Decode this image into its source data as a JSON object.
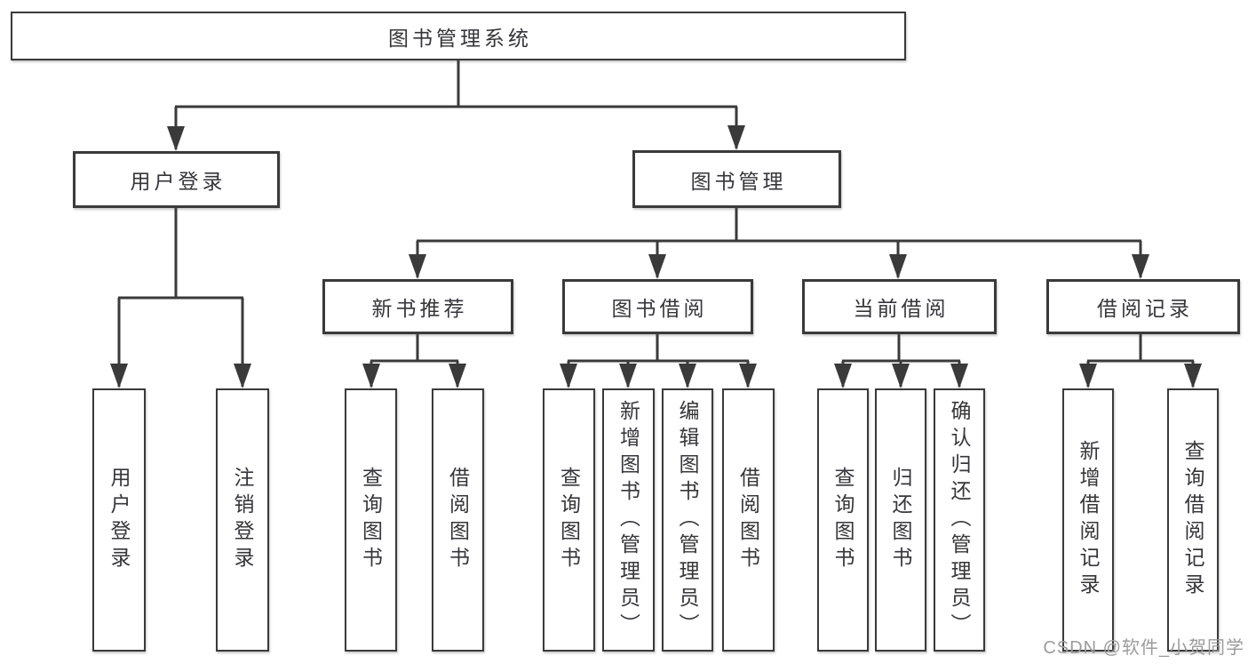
{
  "diagram": {
    "tree": {
      "label": "图书管理系统",
      "children": [
        {
          "label": "用户登录",
          "children": [
            {
              "label": "用户登录"
            },
            {
              "label": "注销登录"
            }
          ]
        },
        {
          "label": "图书管理",
          "children": [
            {
              "label": "新书推荐",
              "children": [
                {
                  "label": "查询图书"
                },
                {
                  "label": "借阅图书"
                }
              ]
            },
            {
              "label": "图书借阅",
              "children": [
                {
                  "label": "查询图书"
                },
                {
                  "label": "新增图书（管理员）"
                },
                {
                  "label": "编辑图书（管理员）"
                },
                {
                  "label": "借阅图书"
                }
              ]
            },
            {
              "label": "当前借阅",
              "children": [
                {
                  "label": "查询图书"
                },
                {
                  "label": "归还图书"
                },
                {
                  "label": "确认归还（管理员）"
                }
              ]
            },
            {
              "label": "借阅记录",
              "children": [
                {
                  "label": "新增借阅记录"
                },
                {
                  "label": "查询借阅记录"
                }
              ]
            }
          ]
        }
      ]
    }
  },
  "watermark": {
    "text": "CSDN @软件_小贺同学"
  },
  "colors": {
    "line": "#3a3a3a",
    "box_border": "#3a3a3a",
    "text": "#36363b",
    "watermark": "#9b9b9b",
    "background": "#ffffff"
  }
}
